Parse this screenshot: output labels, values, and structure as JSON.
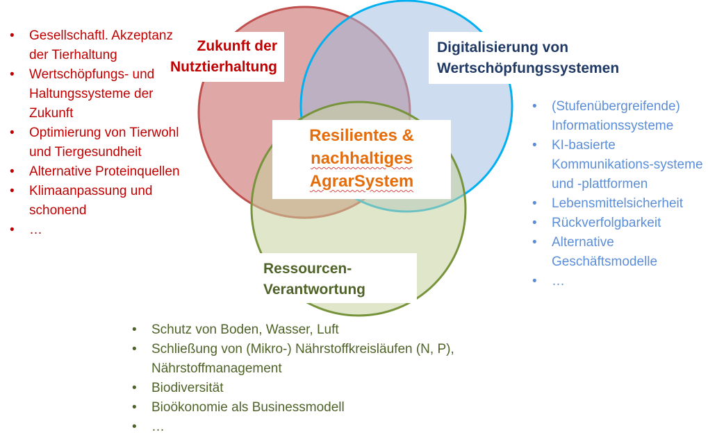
{
  "colors": {
    "red": "#c00000",
    "red_circle_fill": "#c0504d",
    "blue_circle_fill": "#9db9e0",
    "blue_circle_stroke": "#00b0f0",
    "green_circle_fill": "#d4ddb0",
    "green_circle_stroke": "#77933c",
    "blue_title": "#1f3864",
    "blue_list": "#5b8ed8",
    "green": "#4f6228",
    "orange": "#e46c0a"
  },
  "titles": {
    "red": [
      "Zukunft der",
      "Nutztierhaltung"
    ],
    "blue": [
      "Digitalisierung von",
      "Wertschöpfungssystemen"
    ],
    "green": [
      "Ressourcen-",
      "Verantwortung"
    ]
  },
  "center": {
    "line1": "Resilientes &",
    "line2": "nachhaltiges",
    "line3": "AgrarSystem"
  },
  "lists": {
    "red": [
      "Gesellschaftl. Akzeptanz der Tierhaltung",
      "Wertschöpfungs- und Haltungssysteme der Zukunft",
      "Optimierung von Tierwohl und Tiergesundheit",
      "Alternative Proteinquellen",
      "Klimaanpassung und schonend",
      "…"
    ],
    "blue": [
      "(Stufenübergreifende) Informationssysteme",
      "KI-basierte Kommunikations-systeme und -plattformen",
      "Lebensmittelsicherheit",
      "Rückverfolgbarkeit",
      "Alternative Geschäftsmodelle",
      "…"
    ],
    "green": [
      "Schutz von Boden, Wasser, Luft",
      "Schließung von (Mikro-) Nährstoffkreisläufen (N, P), Nährstoffmanagement",
      "Biodiversität",
      "Bioökonomie als Businessmodell",
      "…"
    ]
  }
}
